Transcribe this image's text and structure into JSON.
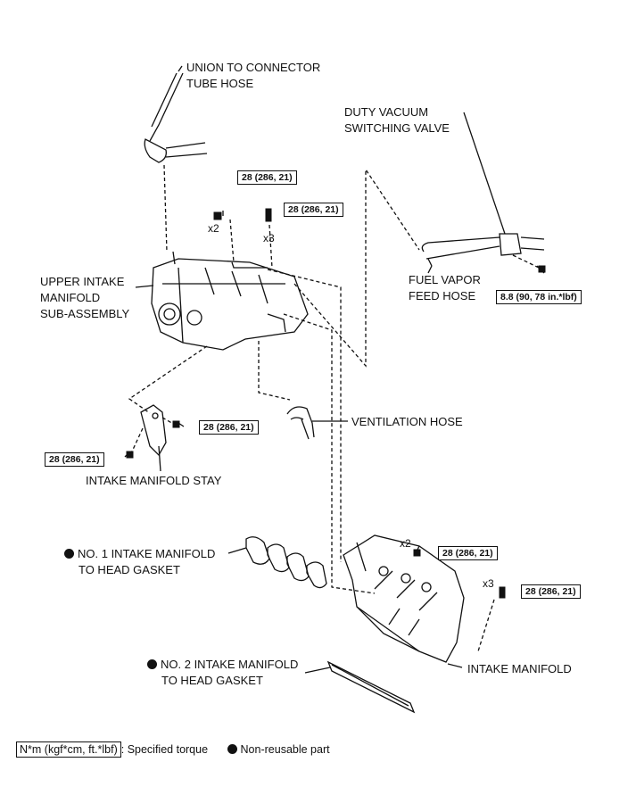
{
  "labels": {
    "union_hose_1": "UNION TO CONNECTOR",
    "union_hose_2": "TUBE HOSE",
    "dvsv_1": "DUTY VACUUM",
    "dvsv_2": "SWITCHING VALVE",
    "upper_1": "UPPER INTAKE",
    "upper_2": "MANIFOLD",
    "upper_3": "SUB-ASSEMBLY",
    "fuel_1": "FUEL VAPOR",
    "fuel_2": "FEED HOSE",
    "ventilation": "VENTILATION HOSE",
    "stay": "INTAKE MANIFOLD STAY",
    "gasket1_1": "NO. 1 INTAKE MANIFOLD",
    "gasket1_2": "TO HEAD GASKET",
    "gasket2_1": "NO. 2 INTAKE MANIFOLD",
    "gasket2_2": "TO HEAD GASKET",
    "intake": "INTAKE MANIFOLD"
  },
  "torques": {
    "t1": "28 (286, 21)",
    "t2": "28 (286, 21)",
    "t3": "8.8 (90, 78 in.*lbf)",
    "t4": "28 (286, 21)",
    "t5": "28 (286, 21)",
    "t6": "28 (286, 21)",
    "t7": "28 (286, 21)"
  },
  "multipliers": {
    "m1": "x2",
    "m2": "x3",
    "m3": "x2",
    "m4": "x3"
  },
  "legend": {
    "unit": "N*m (kgf*cm, ft.*lbf)",
    "torque_text": ": Specified torque",
    "nonreusable_text": "Non-reusable part"
  }
}
